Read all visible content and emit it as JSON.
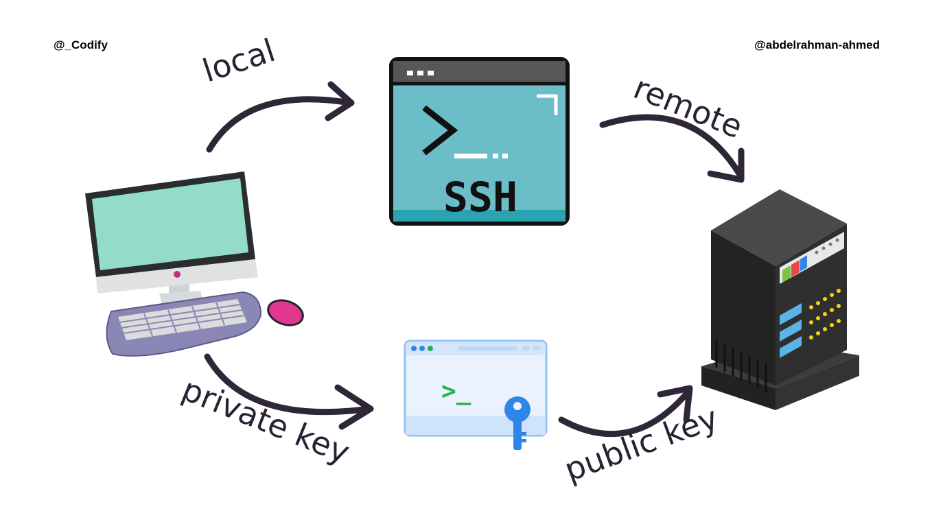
{
  "handles": {
    "left": "@_Codify",
    "right": "@abdelrahman-ahmed"
  },
  "labels": {
    "local": "local",
    "remote": "remote",
    "private_key": "private key",
    "public_key": "public key"
  },
  "ssh_window": {
    "prompt": ">",
    "text": "SSH"
  },
  "key_window": {
    "prompt": ">_"
  },
  "icons": {
    "computer": "desktop-computer-icon",
    "terminal": "ssh-terminal-icon",
    "key_terminal": "terminal-key-icon",
    "server": "server-tower-icon"
  },
  "colors": {
    "arrow": "#2f2638",
    "ssh_screen": "#6bbec7",
    "ssh_titlebar": "#575757",
    "monitor_screen": "#93dcc8",
    "keyboard": "#8a87b6",
    "mouse": "#e0388e",
    "key": "#2f86e8",
    "prompt_green": "#22b24c",
    "server": "#2d2d2d"
  }
}
